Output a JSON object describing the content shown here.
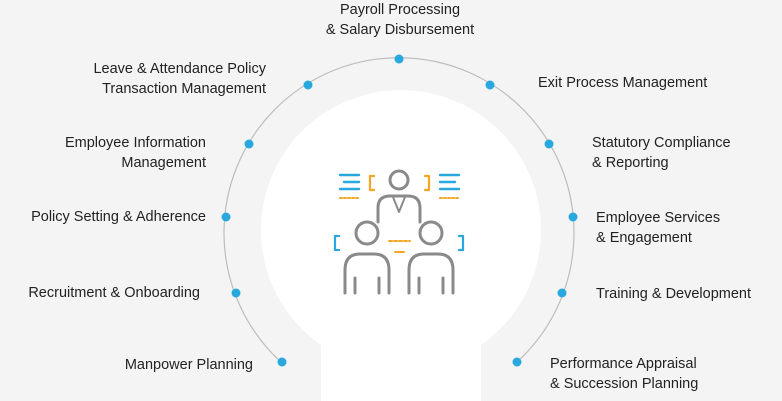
{
  "colors": {
    "background": "#f4f4f4",
    "arc": "#bdbdbd",
    "dot": "#29a8df",
    "icon_gray": "#8a8a8a",
    "icon_blue": "#29a8df",
    "icon_orange": "#f5a623"
  },
  "center_icon": "team-hierarchy-icon",
  "items": [
    {
      "id": "payroll",
      "lines": [
        "Payroll Processing",
        "& Salary Disbursement"
      ]
    },
    {
      "id": "leave",
      "lines": [
        "Leave & Attendance Policy",
        "Transaction Management"
      ]
    },
    {
      "id": "exit",
      "lines": [
        "Exit Process Management"
      ]
    },
    {
      "id": "employee-info",
      "lines": [
        "Employee Information",
        "Management"
      ]
    },
    {
      "id": "statutory",
      "lines": [
        "Statutory Compliance",
        "& Reporting"
      ]
    },
    {
      "id": "policy",
      "lines": [
        "Policy Setting & Adherence"
      ]
    },
    {
      "id": "services",
      "lines": [
        "Employee Services",
        "& Engagement"
      ]
    },
    {
      "id": "recruitment",
      "lines": [
        "Recruitment & Onboarding"
      ]
    },
    {
      "id": "training",
      "lines": [
        "Training & Development"
      ]
    },
    {
      "id": "manpower",
      "lines": [
        "Manpower Planning"
      ]
    },
    {
      "id": "appraisal",
      "lines": [
        "Performance Appraisal",
        "& Succession Planning"
      ]
    }
  ]
}
